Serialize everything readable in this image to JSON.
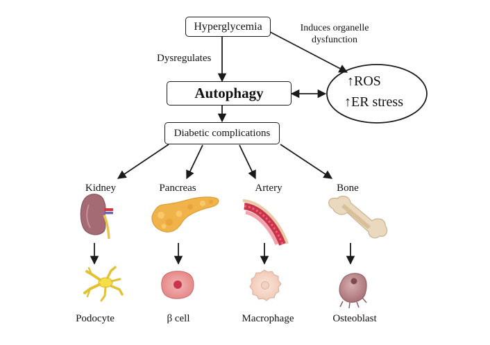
{
  "nodes": {
    "hyperglycemia": "Hyperglycemia",
    "autophagy": "Autophagy",
    "complications": "Diabetic complications",
    "ros": "↑ROS",
    "er_stress": "↑ER stress"
  },
  "edges": {
    "dysregulates": "Dysregulates",
    "induces_line1": "Induces organelle",
    "induces_line2": "dysfunction"
  },
  "organs": [
    {
      "name": "Kidney",
      "cell": "Podocyte"
    },
    {
      "name": "Pancreas",
      "cell": "β cell"
    },
    {
      "name": "Artery",
      "cell": "Macrophage"
    },
    {
      "name": "Bone",
      "cell": "Osteoblast"
    }
  ]
}
